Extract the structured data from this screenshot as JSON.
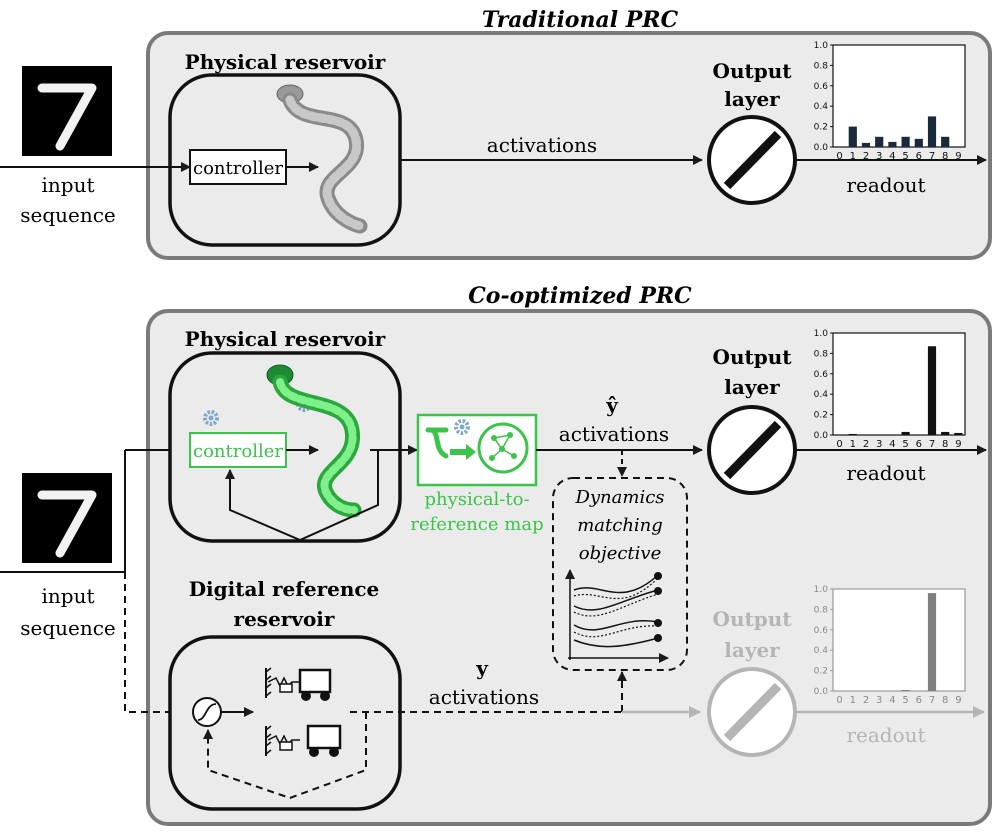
{
  "colors": {
    "panel_fill": "#ebebeb",
    "panel_stroke": "#7a7a7a",
    "green": "#3bc44a",
    "green_dark": "#1a7a2a",
    "gray_faded": "#b5b5b5",
    "bar_dark": "#1b2a3a",
    "bar_black": "#111111",
    "bar_gray": "#808080",
    "gear_blue": "#7ea7c9"
  },
  "top": {
    "title": "Traditional PRC",
    "physical_reservoir": "Physical reservoir",
    "controller": "controller",
    "activations": "activations",
    "output_layer": [
      "Output",
      "layer"
    ],
    "readout": "readout",
    "input_sequence": [
      "input",
      "sequence"
    ]
  },
  "bottom": {
    "title": "Co-optimized PRC",
    "physical_reservoir": "Physical reservoir",
    "controller": "controller",
    "yhat": "ŷ",
    "activations_hat": "activations",
    "output_layer": [
      "Output",
      "layer"
    ],
    "readout": "readout",
    "map_label": [
      "physical-to-",
      "reference map"
    ],
    "objective": [
      "Dynamics",
      "matching",
      "objective"
    ],
    "digital_reservoir": [
      "Digital reference",
      "reservoir"
    ],
    "y": "y",
    "activations_ref": "activations",
    "output_layer_ref": [
      "Output",
      "layer"
    ],
    "readout_ref": "readout",
    "input_sequence": [
      "input",
      "sequence"
    ]
  },
  "chart_data": [
    {
      "type": "bar",
      "categories": [
        "0",
        "1",
        "2",
        "3",
        "4",
        "5",
        "6",
        "7",
        "8",
        "9"
      ],
      "values": [
        0.0,
        0.2,
        0.04,
        0.1,
        0.05,
        0.1,
        0.08,
        0.3,
        0.1,
        0.0
      ],
      "ylim": [
        0,
        1.0
      ],
      "yticks": [
        "0.0",
        "0.2",
        "0.4",
        "0.6",
        "0.8",
        "1.0"
      ],
      "bar_color": "#1b2a3a"
    },
    {
      "type": "bar",
      "categories": [
        "0",
        "1",
        "2",
        "3",
        "4",
        "5",
        "6",
        "7",
        "8",
        "9"
      ],
      "values": [
        0.0,
        0.01,
        0.0,
        0.0,
        0.0,
        0.03,
        0.0,
        0.87,
        0.03,
        0.02
      ],
      "ylim": [
        0,
        1.0
      ],
      "yticks": [
        "0.0",
        "0.2",
        "0.4",
        "0.6",
        "0.8",
        "1.0"
      ],
      "bar_color": "#111111"
    },
    {
      "type": "bar",
      "categories": [
        "0",
        "1",
        "2",
        "3",
        "4",
        "5",
        "6",
        "7",
        "8",
        "9"
      ],
      "values": [
        0.0,
        0.0,
        0.0,
        0.0,
        0.0,
        0.01,
        0.0,
        0.96,
        0.0,
        0.0
      ],
      "ylim": [
        0,
        1.0
      ],
      "yticks": [
        "0.0",
        "0.2",
        "0.4",
        "0.6",
        "0.8",
        "1.0"
      ],
      "bar_color": "#808080"
    }
  ]
}
